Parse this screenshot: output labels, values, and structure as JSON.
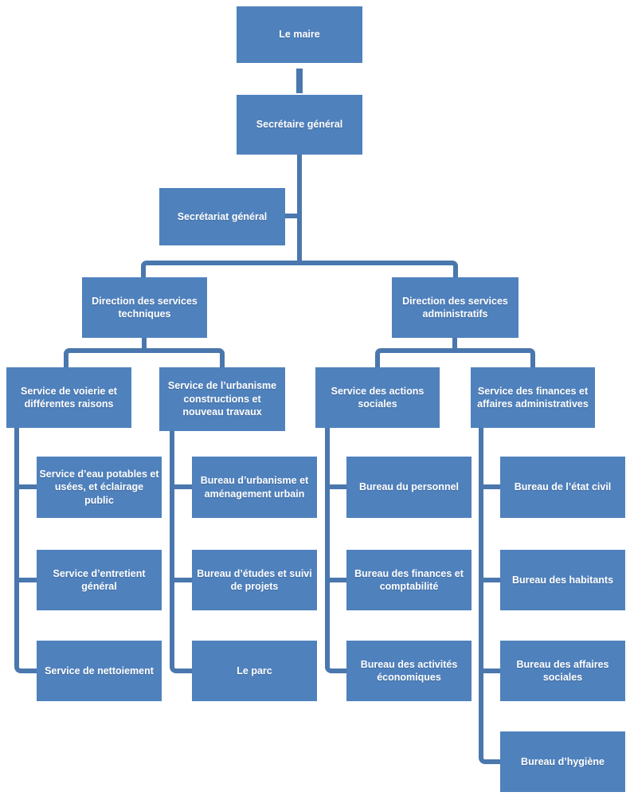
{
  "diagram": {
    "type": "org-chart",
    "language": "fr",
    "colors": {
      "node_fill": "#4f81bd",
      "node_text": "#ffffff",
      "connector": "#4a77ad",
      "background": "#ffffff"
    }
  },
  "nodes": {
    "maire": "Le maire",
    "secretaire_general": "Secrétaire général",
    "secretariat_general": "Secrétariat général",
    "direction_techniques": "Direction des services techniques",
    "direction_administratifs": "Direction des services administratifs",
    "service_voierie": "Service de voierie et différentes raisons",
    "service_urbanisme": "Service de l’urbanisme constructions et nouveau travaux",
    "service_actions_sociales": "Service des actions sociales",
    "service_finances": "Service des finances et affaires administratives",
    "service_eau": "Service d’eau potables et usées, et éclairage public",
    "service_entretient": "Service d’entretient général",
    "service_nettoiement": "Service de nettoiement",
    "bureau_urbanisme": "Bureau d’urbanisme et aménagement urbain",
    "bureau_etudes": "Bureau d’études et suivi de projets",
    "le_parc": "Le parc",
    "bureau_personnel": "Bureau du personnel",
    "bureau_finances": "Bureau des finances et comptabilité",
    "bureau_activites": "Bureau des activités économiques",
    "bureau_etat_civil": "Bureau de l’état civil",
    "bureau_habitants": "Bureau des habitants",
    "bureau_affaires_sociales": "Bureau des affaires sociales",
    "bureau_hygiene": "Bureau d’hygiène"
  },
  "hierarchy": {
    "node": "maire",
    "reports": [
      {
        "node": "secretaire_general",
        "staff": [
          "secretariat_general"
        ],
        "reports": [
          {
            "node": "direction_techniques",
            "reports": [
              {
                "node": "service_voierie",
                "reports": [
                  {
                    "node": "service_eau"
                  },
                  {
                    "node": "service_entretient"
                  },
                  {
                    "node": "service_nettoiement"
                  }
                ]
              },
              {
                "node": "service_urbanisme",
                "reports": [
                  {
                    "node": "bureau_urbanisme"
                  },
                  {
                    "node": "bureau_etudes"
                  },
                  {
                    "node": "le_parc"
                  }
                ]
              }
            ]
          },
          {
            "node": "direction_administratifs",
            "reports": [
              {
                "node": "service_actions_sociales",
                "reports": [
                  {
                    "node": "bureau_personnel"
                  },
                  {
                    "node": "bureau_finances"
                  },
                  {
                    "node": "bureau_activites"
                  }
                ]
              },
              {
                "node": "service_finances",
                "reports": [
                  {
                    "node": "bureau_etat_civil"
                  },
                  {
                    "node": "bureau_habitants"
                  },
                  {
                    "node": "bureau_affaires_sociales"
                  },
                  {
                    "node": "bureau_hygiene"
                  }
                ]
              }
            ]
          }
        ]
      }
    ]
  }
}
